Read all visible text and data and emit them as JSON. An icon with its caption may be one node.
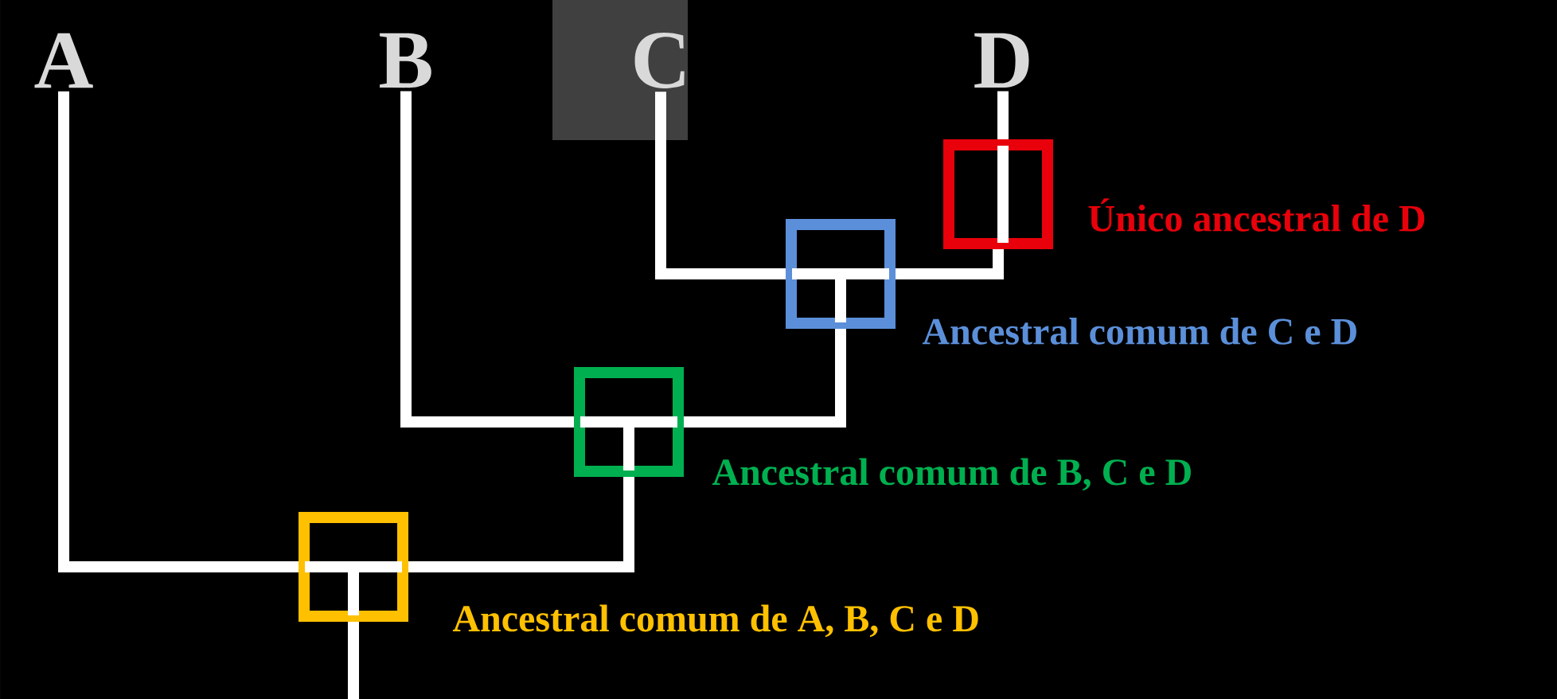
{
  "diagram": {
    "nodes": [
      {
        "text": [
          "A"
        ]
      },
      {
        "text": [
          "B"
        ]
      },
      {
        "text": [
          "C"
        ]
      },
      {
        "text": [
          "D"
        ]
      },
      {
        "text": [],
        "shape": "box",
        "beside": [
          "Único ancestral de D"
        ]
      },
      {
        "text": [],
        "shape": "box",
        "beside": [
          "Ancestral comum de C e D"
        ]
      },
      {
        "text": [],
        "shape": "box",
        "beside": [
          "Ancestral comum de B, C e D"
        ]
      },
      {
        "text": [],
        "shape": "box",
        "beside": [
          "Ancestral comum de A, B, C e D"
        ]
      }
    ],
    "edges": [
      {
        "from": 0,
        "to": 7,
        "arrow": "none"
      },
      {
        "from": 1,
        "to": 6,
        "arrow": "none"
      },
      {
        "from": 2,
        "to": 5,
        "arrow": "none"
      },
      {
        "from": 3,
        "to": 4,
        "arrow": "none"
      },
      {
        "from": 4,
        "to": 5,
        "arrow": "none"
      },
      {
        "from": 5,
        "to": 6,
        "arrow": "none"
      },
      {
        "from": 6,
        "to": 7,
        "arrow": "none"
      },
      {
        "from": 7,
        "to": null,
        "arrow": "none"
      }
    ]
  }
}
